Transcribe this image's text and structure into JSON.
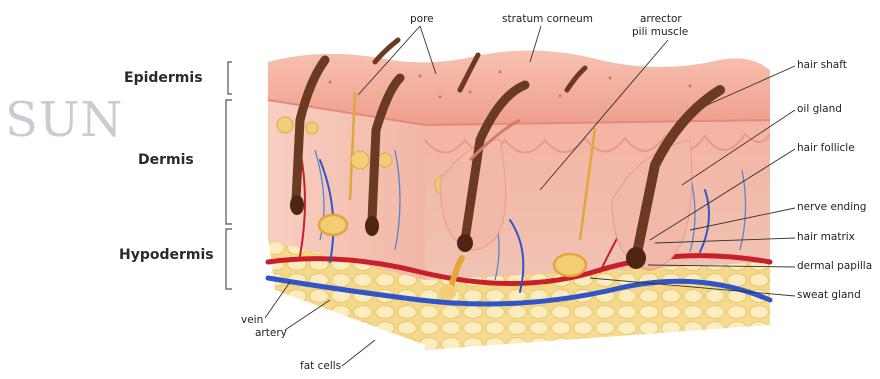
{
  "watermark": "SUN",
  "layers": {
    "epidermis": "Epidermis",
    "dermis": "Dermis",
    "hypodermis": "Hypodermis"
  },
  "labels": {
    "pore": "pore",
    "stratum_corneum": "stratum corneum",
    "arrector_pili_line1": "arrector",
    "arrector_pili_line2": "pili muscle",
    "hair_shaft": "hair shaft",
    "oil_gland": "oil gland",
    "hair_follicle": "hair follicle",
    "nerve_ending": "nerve ending",
    "hair_matrix": "hair matrix",
    "dermal_papilla": "dermal papilla",
    "sweat_gland": "sweat gland",
    "vein": "vein",
    "artery": "artery",
    "fat_cells": "fat cells"
  },
  "colors": {
    "epidermis": "#f3b3a0",
    "dermis": "#f6c9bb",
    "hypodermis": "#f8e3a6",
    "hair": "#6b3a22",
    "vein": "#2f55c8",
    "artery": "#c8202a",
    "nerve": "#5a84c8",
    "gland": "#e9b85a"
  }
}
